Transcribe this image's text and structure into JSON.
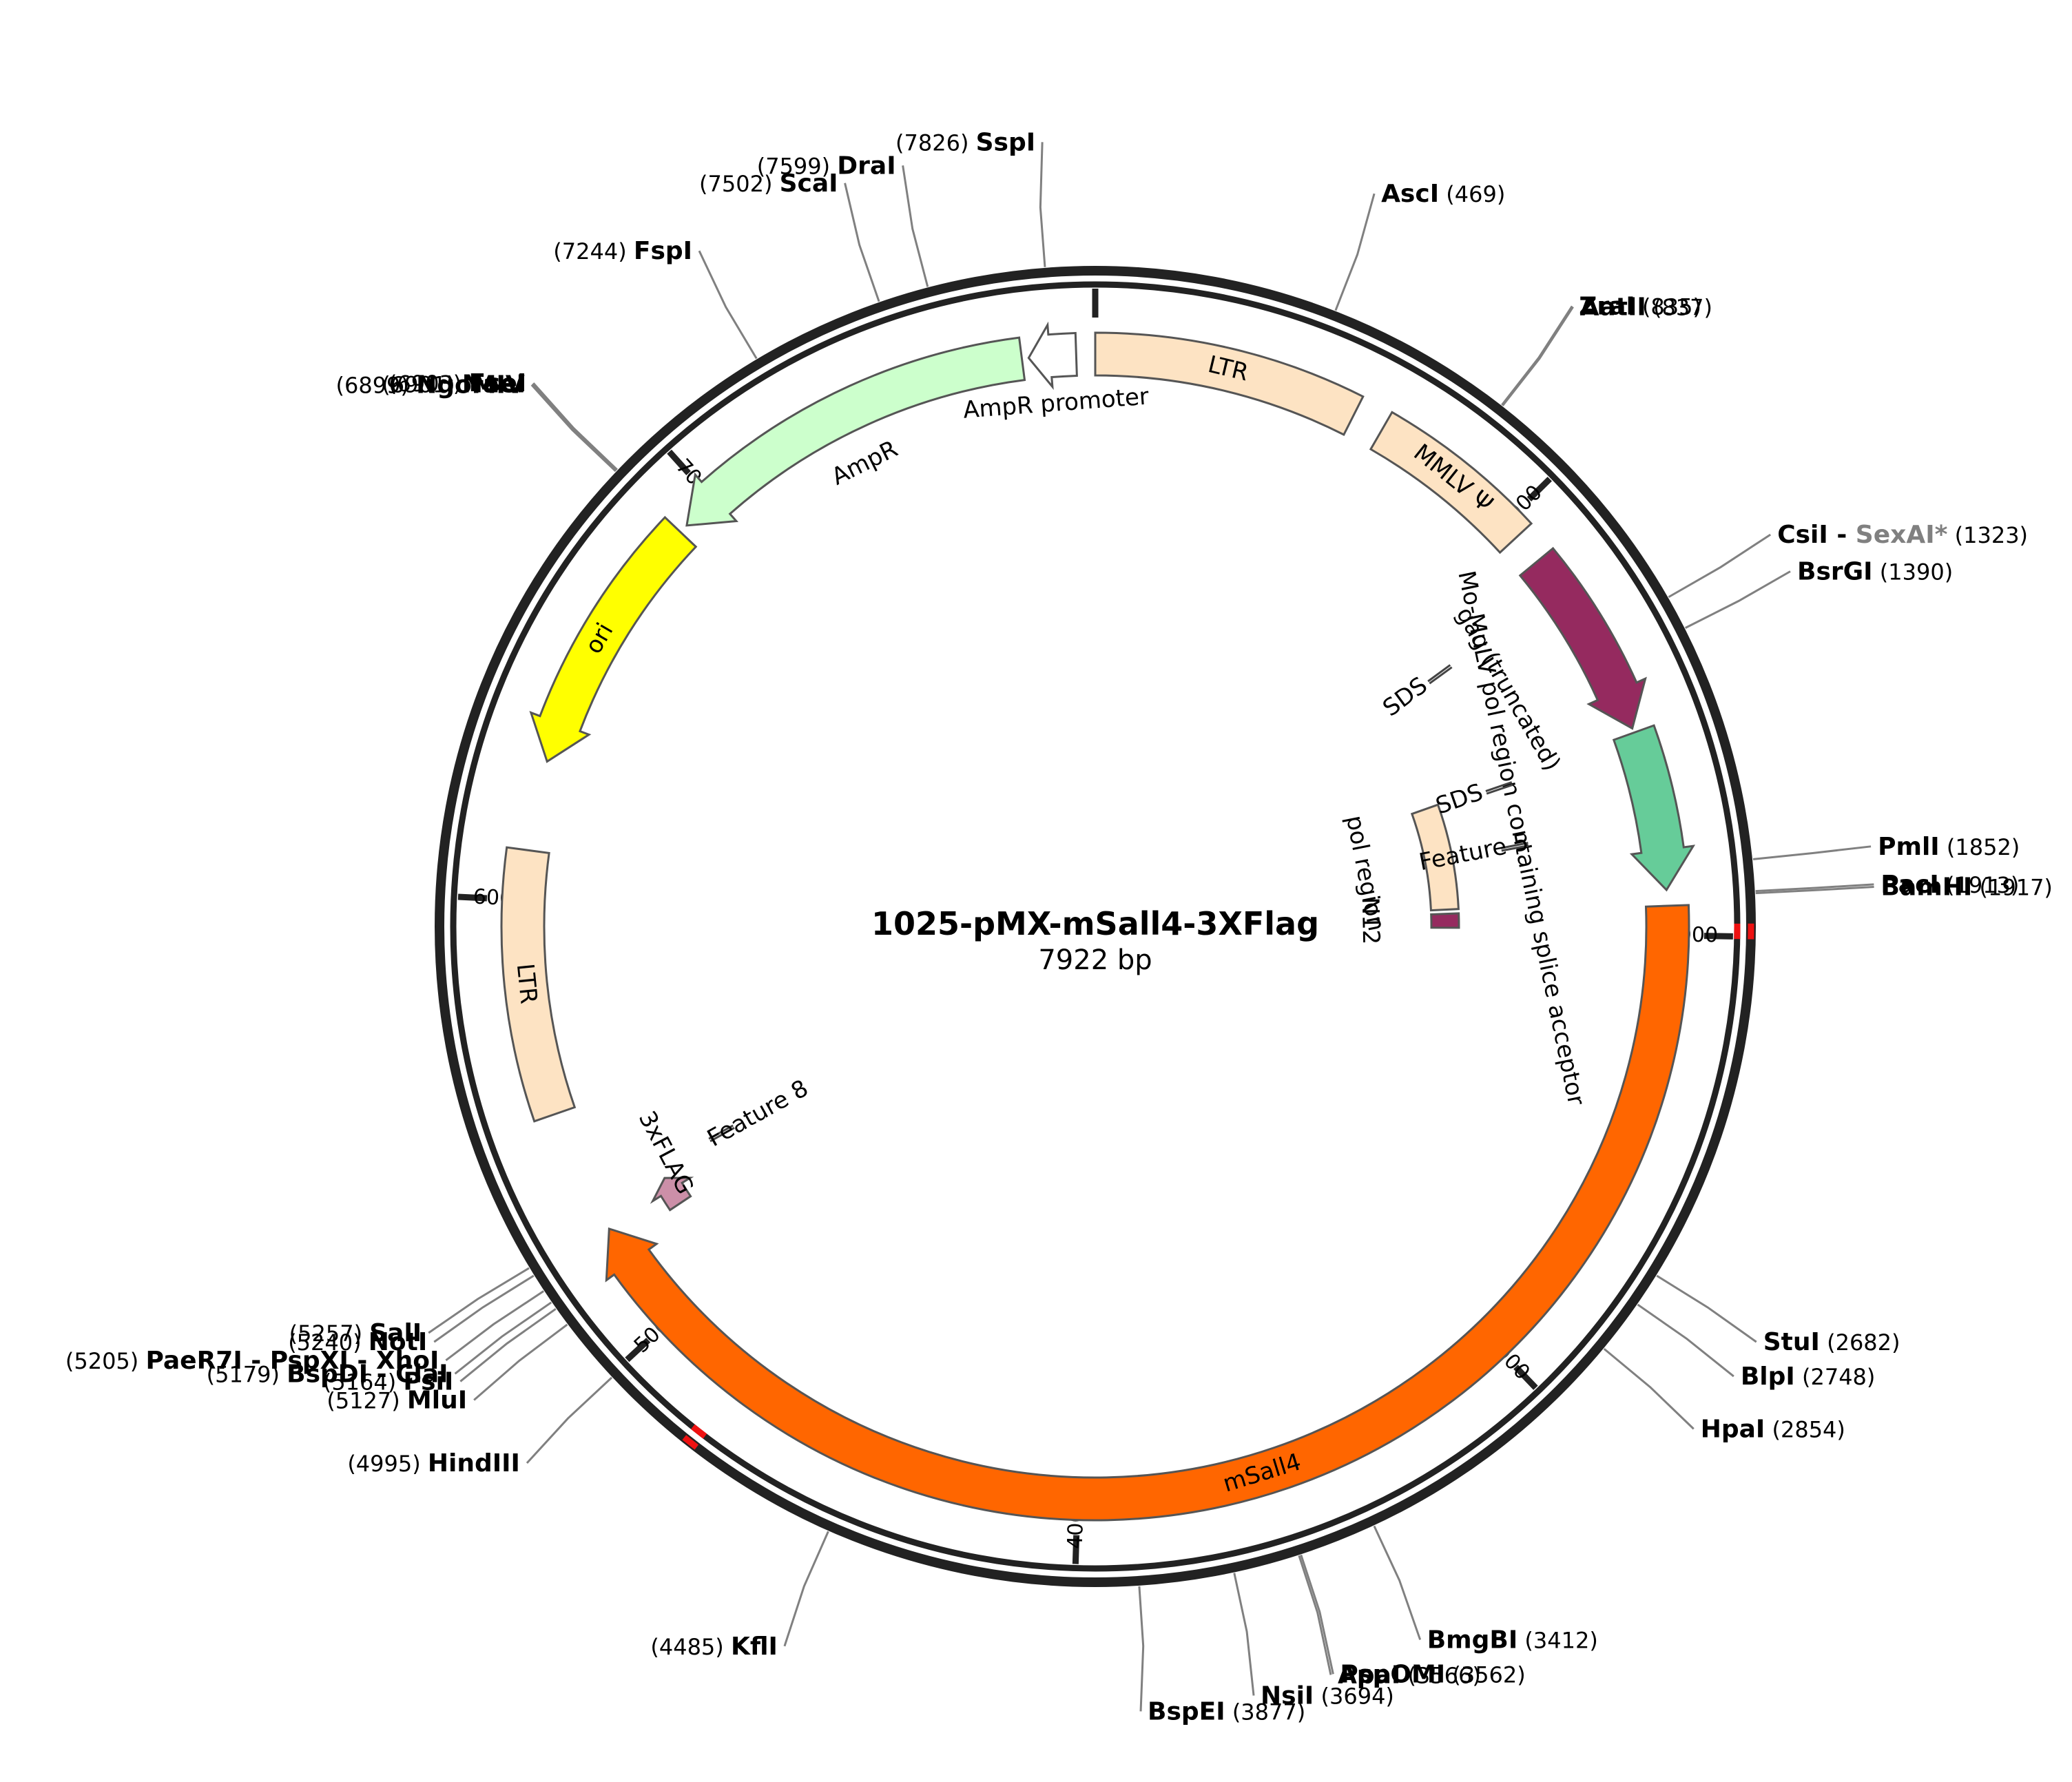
{
  "plasmid": {
    "name": "1025-pMX-mSall4-3XFlag",
    "length_label": "7922 bp",
    "total_bp": 7922
  },
  "backbone": {
    "ring_color": "#222222",
    "red_marks_bp": [
      1990,
      4800
    ]
  },
  "ticks": [
    {
      "bp": 0,
      "label": ""
    },
    {
      "bp": 1000,
      "label": "1000"
    },
    {
      "bp": 2000,
      "label": "2000"
    },
    {
      "bp": 3000,
      "label": "3000"
    },
    {
      "bp": 4000,
      "label": "4000"
    },
    {
      "bp": 5000,
      "label": "5000"
    },
    {
      "bp": 6000,
      "label": "6000"
    },
    {
      "bp": 7000,
      "label": "7000"
    }
  ],
  "features": [
    {
      "id": "ltr-5",
      "label": "LTR",
      "start": 0,
      "end": 590,
      "track": 1,
      "dir": "none",
      "color": "#fde3c3"
    },
    {
      "id": "mmlv-psi",
      "label": "MMLV Ψ",
      "start": 660,
      "end": 1040,
      "track": 1,
      "dir": "none",
      "color": "#fde3c3"
    },
    {
      "id": "gag",
      "label": "gag (truncated)",
      "start": 1110,
      "end": 1535,
      "track": 1,
      "dir": "fwd",
      "color": "#952a5f"
    },
    {
      "id": "mo-mulv-pol",
      "label": "Mo-MuLV pol region containing splice acceptor",
      "start": 1545,
      "end": 1900,
      "track": 1,
      "dir": "fwd",
      "color": "#66cc99"
    },
    {
      "id": "msall4",
      "label": "mSall4",
      "start": 1935,
      "end": 5240,
      "track": 1,
      "dir": "fwd",
      "color": "#ff6600"
    },
    {
      "id": "3xflag",
      "label": "3xFLAG",
      "start": 5200,
      "end": 5275,
      "track": 2,
      "dir": "fwd",
      "color": "#cc8fa8"
    },
    {
      "id": "ltr-3",
      "label": "LTR",
      "start": 5520,
      "end": 6110,
      "track": 1,
      "dir": "none",
      "color": "#fde3c3"
    },
    {
      "id": "ori",
      "label": "ori",
      "start": 6310,
      "end": 6900,
      "track": 1,
      "dir": "rev",
      "color": "#ffff00"
    },
    {
      "id": "ampr",
      "label": "AmpR",
      "start": 6920,
      "end": 7760,
      "track": 1,
      "dir": "rev",
      "color": "#ccffcc"
    },
    {
      "id": "ampr-promoter",
      "label": "AmpR promoter",
      "start": 7775,
      "end": 7880,
      "track": 1,
      "dir": "rev",
      "color": "#ffffff"
    },
    {
      "id": "pol-region",
      "label": "pol region",
      "start": 1550,
      "end": 1920,
      "track": 3,
      "dir": "none",
      "color": "#fde3c3"
    },
    {
      "id": "n12",
      "label": "N12",
      "start": 1935,
      "end": 1985,
      "track": 3,
      "dir": "none",
      "color": "#952a5f"
    }
  ],
  "small_features": [
    {
      "label": "SDS",
      "bp": 1180
    },
    {
      "label": "SDS",
      "bp": 1560
    },
    {
      "label": "Feature 5",
      "bp": 1740
    },
    {
      "label": "Feature 8",
      "bp": 5300
    }
  ],
  "sites": [
    {
      "name": "SspI",
      "pos": "(7826)",
      "bp": 7826
    },
    {
      "name": "DraI",
      "pos": "(7599)",
      "bp": 7599
    },
    {
      "name": "ScaI",
      "pos": "(7502)",
      "bp": 7502
    },
    {
      "name": "FspI",
      "pos": "(7244)",
      "bp": 7244
    },
    {
      "name": "FseI",
      "pos": "(6903)",
      "bp": 6903
    },
    {
      "name": "NaeI",
      "pos": "(6901)",
      "bp": 6901
    },
    {
      "name": "NgoMIV",
      "pos": "(6899)",
      "bp": 6899
    },
    {
      "name": "AscI",
      "pos": "(469)",
      "bp": 469
    },
    {
      "name": "ZraI",
      "pos": "(835)",
      "bp": 835
    },
    {
      "name": "AatII",
      "pos": "(837)",
      "bp": 837
    },
    {
      "name": "CsiI",
      "name2": "SexAI*",
      "pos": "(1323)",
      "bp": 1323
    },
    {
      "name": "BsrGI",
      "pos": "(1390)",
      "bp": 1390
    },
    {
      "name": "PmlI",
      "pos": "(1852)",
      "bp": 1852
    },
    {
      "name": "PacI",
      "pos": "(1913)",
      "bp": 1913
    },
    {
      "name": "BamHI",
      "pos": "(1917)",
      "bp": 1917
    },
    {
      "name": "StuI",
      "pos": "(2682)",
      "bp": 2682
    },
    {
      "name": "BlpI",
      "pos": "(2748)",
      "bp": 2748
    },
    {
      "name": "HpaI",
      "pos": "(2854)",
      "bp": 2854
    },
    {
      "name": "BmgBI",
      "pos": "(3412)",
      "bp": 3412
    },
    {
      "name": "PspOMI",
      "pos": "(3562)",
      "bp": 3562
    },
    {
      "name": "ApaI",
      "pos": "(3566)",
      "bp": 3566
    },
    {
      "name": "NsiI",
      "pos": "(3694)",
      "bp": 3694
    },
    {
      "name": "BspEI",
      "pos": "(3877)",
      "bp": 3877
    },
    {
      "name": "KflI",
      "pos": "(4485)",
      "bp": 4485
    },
    {
      "name": "HindIII",
      "pos": "(4995)",
      "bp": 4995
    },
    {
      "name": "MluI",
      "pos": "(5127)",
      "bp": 5127
    },
    {
      "name": "PsiI",
      "pos": "(5164)",
      "bp": 5164
    },
    {
      "name": "BspDI",
      "name2": "ClaI",
      "pos": "(5179)",
      "bp": 5179
    },
    {
      "name": "PaeR7I",
      "name2": "PspXI",
      "name3": "XhoI",
      "pos": "(5205)",
      "bp": 5205
    },
    {
      "name": "NotI",
      "pos": "(5240)",
      "bp": 5240
    },
    {
      "name": "SalI",
      "pos": "(5257)",
      "bp": 5257
    }
  ]
}
